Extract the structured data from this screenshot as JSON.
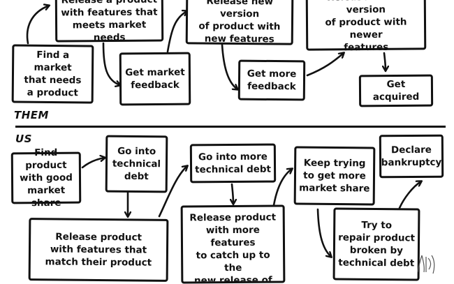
{
  "them": {
    "label": "THEM",
    "boxes": {
      "release_product": "Release a product\nwith features that\nmeets market needs",
      "release_new_version": "Release new version\nof product with\nnew features",
      "release_newer_version": "Release newer version\nof product with newer\nfeatures",
      "find_market": "Find a market\nthat needs\na product",
      "get_feedback": "Get market\nfeedback",
      "get_more_feedback": "Get more\nfeedback",
      "get_acquired": "Get acquired"
    }
  },
  "us": {
    "label": "US",
    "boxes": {
      "find_product": "Find product\nwith good\nmarket share",
      "technical_debt": "Go into\ntechnical\ndebt",
      "more_technical_debt": "Go into more\ntechnical debt",
      "keep_trying": "Keep trying\nto get more\nmarket share",
      "declare_bankruptcy": "Declare\nbankruptcy",
      "release_matching": "Release product\nwith features that\nmatch their product",
      "release_catch_up": "Release product\nwith more features\nto catch up to the\nnew release of their\nproduct",
      "repair_product": "Try to\nrepair product\nbroken by\ntechnical debt"
    }
  }
}
